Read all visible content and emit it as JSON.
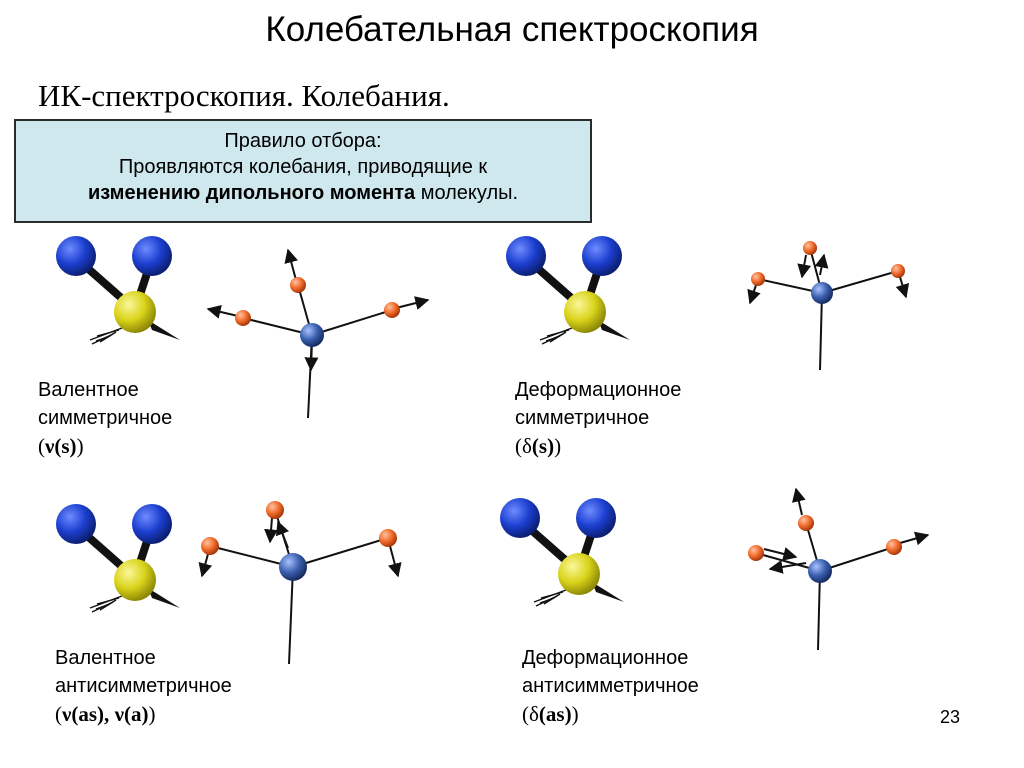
{
  "title": "Колебательная спектроскопия",
  "subtitle": "ИК-спектроскопия. Колебания.",
  "rule": {
    "heading": "Правило отбора:",
    "line1": "Проявляются колебания, приводящие к",
    "bold": "изменению дипольного момента",
    "tail": " молекулы."
  },
  "modes": [
    {
      "name1": "Валентное",
      "name2": "симметричное",
      "symbol": "ν(s)",
      "open": "(",
      "greek": "ν",
      "inner": "(s)",
      "close": ")"
    },
    {
      "name1": "Деформационное",
      "name2": "симметричное",
      "symbol": "δ(s)",
      "open": "(",
      "greek": "δ",
      "inner": "(s)",
      "close": ")"
    },
    {
      "name1": "Валентное",
      "name2": "антисимметричное",
      "symbol": "ν(as), ν(a)",
      "open": "(",
      "greek": "ν",
      "inner": "(as), ",
      "greek2": "ν",
      "inner2": "(a)",
      "close": ")"
    },
    {
      "name1": "Деформационное",
      "name2": "антисимметричное",
      "symbol": "δ(as)",
      "open": "(",
      "greek": "δ",
      "inner": "(as)",
      "close": ")"
    }
  ],
  "page_number": "23",
  "colors": {
    "box_bg": "#cfe8ee",
    "blue_atom": "#1c3fd0",
    "yellow_atom": "#d9d31a",
    "orange_atom": "#f06a2a",
    "center_atom": "#3a5fae"
  }
}
